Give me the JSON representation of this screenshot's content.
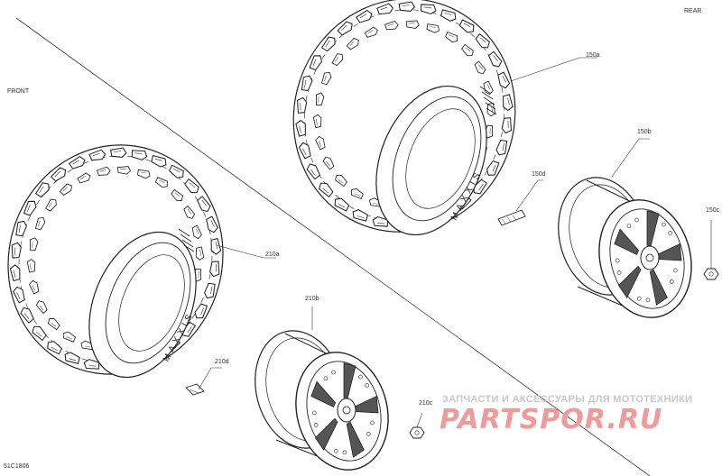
{
  "diagram": {
    "corner_labels": {
      "front": "FRONT",
      "rear": "REAR",
      "code": "51C1806"
    },
    "callouts": [
      {
        "id": "150a",
        "text": "150a"
      },
      {
        "id": "150b",
        "text": "150b"
      },
      {
        "id": "150c",
        "text": "150c"
      },
      {
        "id": "150d",
        "text": "150d"
      },
      {
        "id": "210a",
        "text": "210a"
      },
      {
        "id": "210b",
        "text": "210b"
      },
      {
        "id": "210c",
        "text": "210c"
      },
      {
        "id": "210d",
        "text": "210d"
      }
    ],
    "tire_brand": "MAXXIS",
    "watermark": {
      "text": "ЗАПЧАСТИ И АКСЕССУАРЫ ДЛЯ МОТОТЕХНИКИ",
      "logo": "PARTSPOR.RU"
    },
    "colors": {
      "line": "#222222",
      "watermark_logo": "#f09b9b",
      "watermark_text": "#c8c8c8"
    }
  }
}
